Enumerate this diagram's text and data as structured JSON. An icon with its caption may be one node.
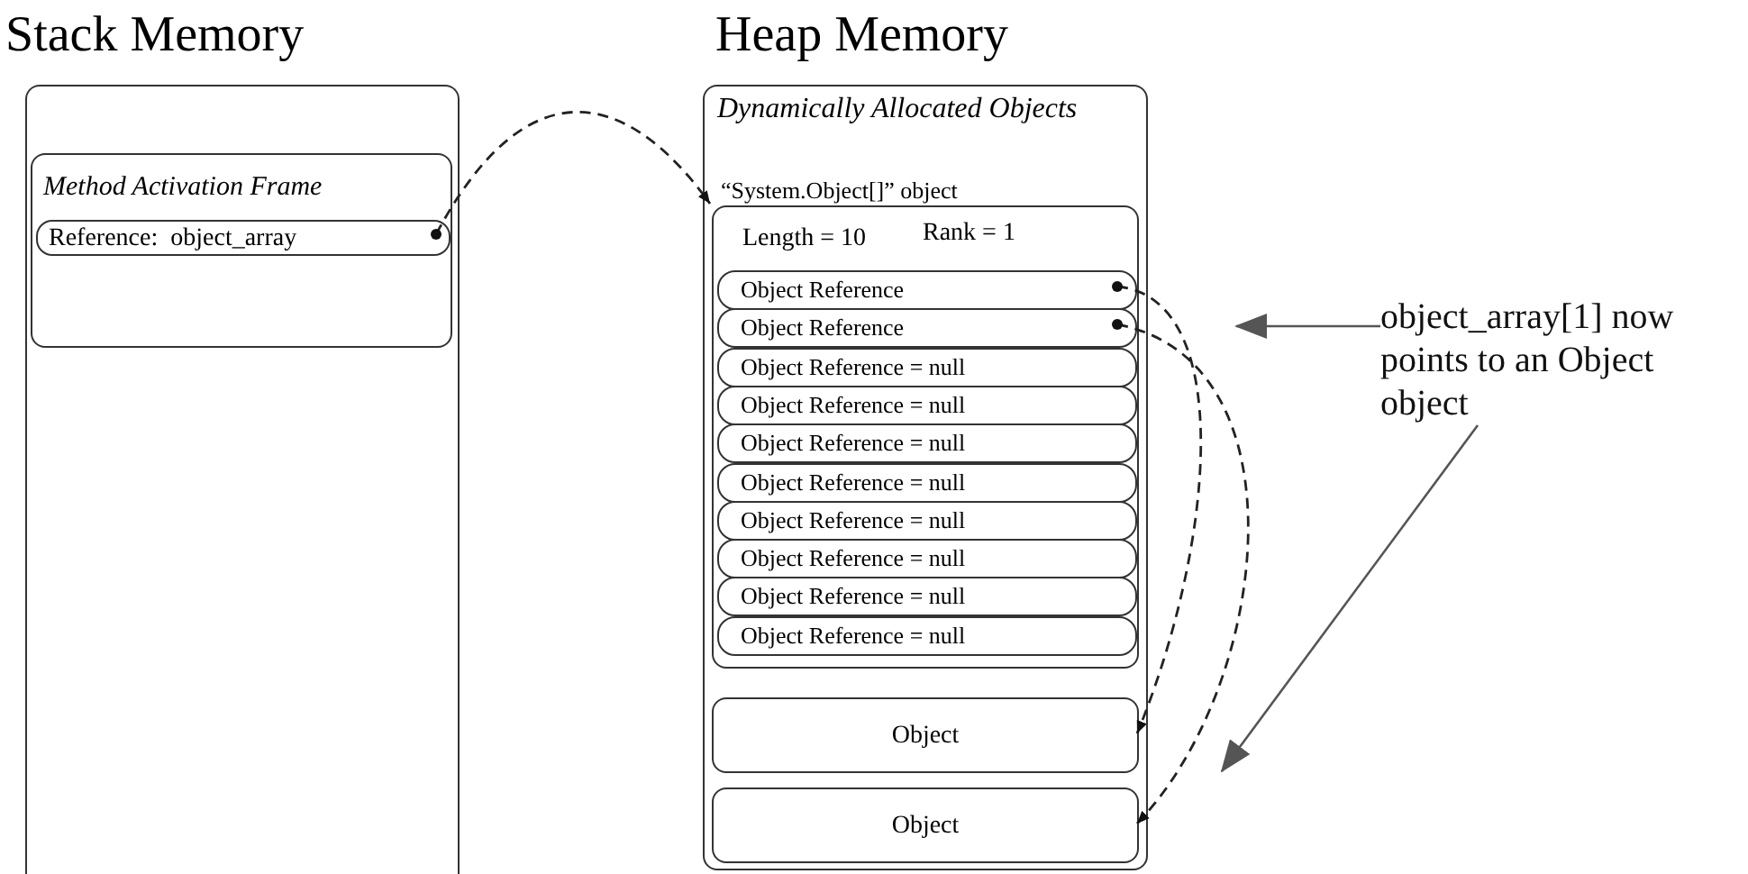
{
  "diagram": {
    "nodes": [
      {
        "text": [
          "Stack Memory"
        ]
      },
      {
        "text": [
          "Method Activation Frame"
        ],
        "in": 0
      },
      {
        "text": [
          "Reference:  object_array"
        ],
        "in": 1
      },
      {
        "text": [
          "Heap Memory",
          "Dynamically Allocated Objects"
        ]
      },
      {
        "text": [
          "“System.Object[]” object",
          "Length = 10",
          "Rank = 1"
        ],
        "in": 3
      },
      {
        "text": [
          "Object Reference"
        ],
        "in": 4
      },
      {
        "text": [
          "Object Reference"
        ],
        "in": 4
      },
      {
        "text": [
          "Object Reference = null"
        ],
        "in": 4
      },
      {
        "text": [
          "Object Reference = null"
        ],
        "in": 4
      },
      {
        "text": [
          "Object Reference = null"
        ],
        "in": 4
      },
      {
        "text": [
          "Object Reference = null"
        ],
        "in": 4
      },
      {
        "text": [
          "Object Reference = null"
        ],
        "in": 4
      },
      {
        "text": [
          "Object Reference = null"
        ],
        "in": 4
      },
      {
        "text": [
          "Object Reference = null"
        ],
        "in": 4
      },
      {
        "text": [
          "Object Reference = null"
        ],
        "in": 4
      },
      {
        "text": [
          "Object"
        ],
        "in": 3
      },
      {
        "text": [
          "Object"
        ],
        "in": 3
      },
      {
        "text": [
          "object_array[1] now points to an Object object"
        ]
      }
    ],
    "edges": [
      {
        "from": 2,
        "to": 4,
        "arrow": "to",
        "style": "dashed"
      },
      {
        "from": 5,
        "to": 15,
        "arrow": "to",
        "style": "dashed"
      },
      {
        "from": 6,
        "to": 16,
        "arrow": "to",
        "style": "dashed"
      },
      {
        "from": 17,
        "to": null,
        "arrow": "to"
      },
      {
        "from": 17,
        "to": null,
        "arrow": "to"
      }
    ]
  }
}
